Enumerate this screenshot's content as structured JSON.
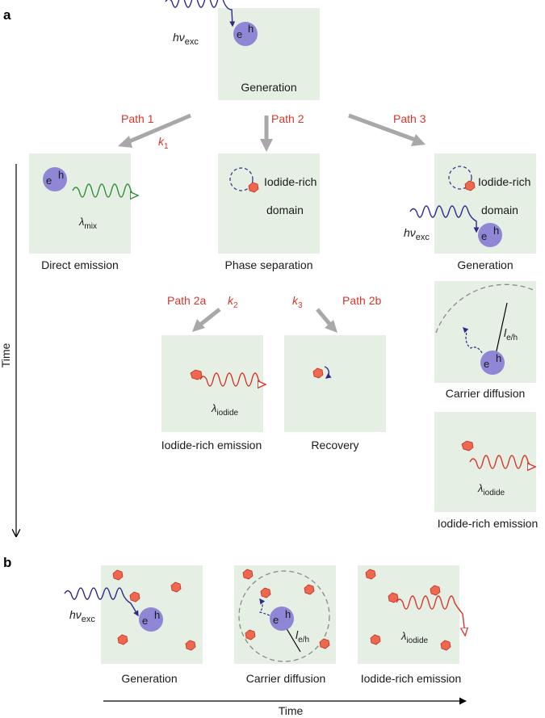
{
  "panels": {
    "a": "a",
    "b": "b"
  },
  "paths": {
    "path1": "Path 1",
    "path2": "Path 2",
    "path3": "Path 3",
    "path2a": "Path 2a",
    "path2b": "Path 2b",
    "k1": "k",
    "k1_sub": "1",
    "k2": "k",
    "k2_sub": "2",
    "k3": "k",
    "k3_sub": "3"
  },
  "labels": {
    "generation": "Generation",
    "direct_emission": "Direct emission",
    "phase_separation": "Phase separation",
    "iodide_rich_emission": "Iodide-rich emission",
    "recovery": "Recovery",
    "carrier_diffusion": "Carrier diffusion",
    "iodide_domain_line1": "Iodide-rich",
    "iodide_domain_line2": "domain",
    "time": "Time"
  },
  "symbols": {
    "h_nu": "hν",
    "exc": "exc",
    "lambda": "λ",
    "mix": "mix",
    "iodide": "iodide",
    "l": "l",
    "e_h": "e/h",
    "e": "e",
    "h": "h"
  },
  "colors": {
    "box": "#e6efe4",
    "carrier": "#8f86d6",
    "path_text": "#d7362b",
    "excitation_wave": "#2e2a8c",
    "mix_wave": "#2f8f3a",
    "iodide_wave": "#d7362b",
    "domain": "#f0674f"
  }
}
